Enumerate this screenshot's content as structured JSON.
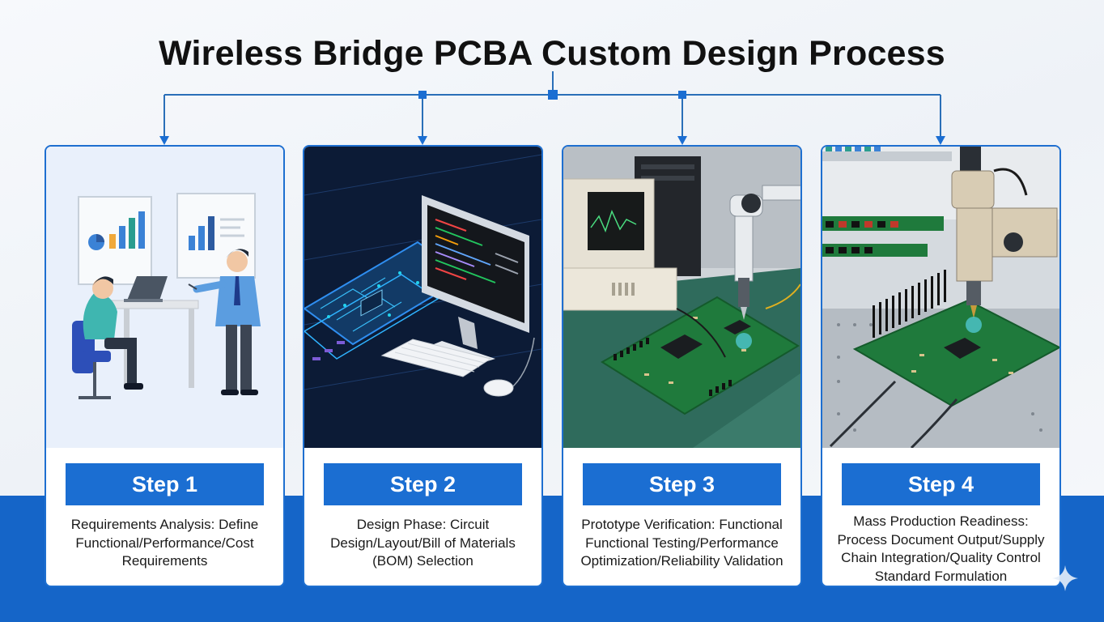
{
  "title": "Wireless Bridge PCBA Custom Design Process",
  "colors": {
    "accent": "#1b6ed2",
    "band": "#1565c8",
    "connector": "#2a6fb8"
  },
  "steps": [
    {
      "label": "Step 1",
      "description": "Requirements Analysis: Define Functional/Performance/Cost Requirements",
      "illustration": "requirements-meeting-illustration"
    },
    {
      "label": "Step 2",
      "description": "Design Phase: Circuit Design/Layout/Bill of Materials (BOM) Selection",
      "illustration": "pcb-design-computer-illustration"
    },
    {
      "label": "Step 3",
      "description": "Prototype Verification: Functional Functional Testing/Performance Optimization/Reliability Validation",
      "illustration": "prototype-testing-illustration"
    },
    {
      "label": "Step 4",
      "description": "Mass Production Readiness: Process Document Output/Supply Chain Integration/Quality Control Standard Formulation",
      "illustration": "production-line-illustration"
    }
  ]
}
